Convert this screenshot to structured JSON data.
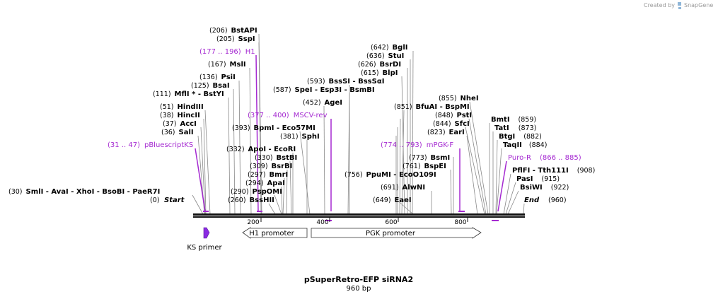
{
  "credit": {
    "created_by": "Created by",
    "brand": "SnapGene"
  },
  "plasmid": {
    "name": "pSuperRetro-EFP siRNA2",
    "size": "960 bp"
  },
  "ruler_ticks": [
    "200",
    "400",
    "600",
    "800"
  ],
  "boundaries": {
    "start": {
      "pos": "(0)",
      "label": "Start"
    },
    "end": {
      "label": "End",
      "pos": "(960)"
    }
  },
  "sites": [
    {
      "pos": "(206)",
      "label": "BstAPI"
    },
    {
      "pos": "(205)",
      "label": "SspI"
    },
    {
      "pos": "(167)",
      "label": "MslI"
    },
    {
      "pos": "(136)",
      "label": "PsiI"
    },
    {
      "pos": "(125)",
      "label": "BsaI"
    },
    {
      "pos": "(111)",
      "label": "MflI * - BstYI"
    },
    {
      "pos": "(51)",
      "label": "HindIII"
    },
    {
      "pos": "(38)",
      "label": "HincII"
    },
    {
      "pos": "(37)",
      "label": "AccI"
    },
    {
      "pos": "(36)",
      "label": "SalI"
    },
    {
      "pos": "(30)",
      "label": "SmlI   - AvaI   - XhoI   - BsoBI   - PaeR7I"
    },
    {
      "pos": "(393)",
      "label": "BpmI   - Eco57MI"
    },
    {
      "pos": "(381)",
      "label": "SphI"
    },
    {
      "pos": "(332)",
      "label": "ApoI   - EcoRI"
    },
    {
      "pos": "(330)",
      "label": "BstBI"
    },
    {
      "pos": "(309)",
      "label": "BsrBI"
    },
    {
      "pos": "(297)",
      "label": "BmrI"
    },
    {
      "pos": "(294)",
      "label": "ApaI"
    },
    {
      "pos": "(290)",
      "label": "PspOMI"
    },
    {
      "pos": "(260)",
      "label": "BssHII"
    },
    {
      "pos": "(452)",
      "label": "AgeI"
    },
    {
      "pos": "(593)",
      "label": "BssSI   - BssSαI"
    },
    {
      "pos": "(587)",
      "label": "SpeI   - Esp3I   - BsmBI"
    },
    {
      "pos": "(642)",
      "label": "BglI"
    },
    {
      "pos": "(636)",
      "label": "StuI"
    },
    {
      "pos": "(626)",
      "label": "BsrDI"
    },
    {
      "pos": "(615)",
      "label": "BlpI"
    },
    {
      "pos": "(851)",
      "label": "BfuAI   - BspMI"
    },
    {
      "pos": "(773)",
      "label": "BsmI"
    },
    {
      "pos": "(761)",
      "label": "BspEI"
    },
    {
      "pos": "(756)",
      "label": "PpuMI   - EcoO109I"
    },
    {
      "pos": "(691)",
      "label": "AlwNI"
    },
    {
      "pos": "(649)",
      "label": "EaeI"
    },
    {
      "pos": "(855)",
      "label": "NheI"
    },
    {
      "pos": "(848)",
      "label": "PstI"
    },
    {
      "pos": "(844)",
      "label": "SfcI"
    },
    {
      "pos": "(823)",
      "label": "EarI"
    },
    {
      "label": "BmtI",
      "pos": "(859)"
    },
    {
      "label": "TatI",
      "pos": "(873)"
    },
    {
      "label": "BtgI",
      "pos": "(882)"
    },
    {
      "label": "TaqII",
      "pos": "(884)"
    },
    {
      "label": "PflFI   - Tth111I",
      "pos": "(908)"
    },
    {
      "label": "PasI",
      "pos": "(915)"
    },
    {
      "label": "BsiWI",
      "pos": "(922)"
    }
  ],
  "primer_sites": [
    {
      "range": "(177 .. 196)",
      "label": "H1"
    },
    {
      "range": "(377 .. 400)",
      "label": "MSCV-rev"
    },
    {
      "range": "(31 .. 47)",
      "label": "pBluescriptKS"
    },
    {
      "range": "(774 .. 793)",
      "label": "mPGK-F"
    },
    {
      "label": "Puro-R",
      "range": "(866 .. 885)"
    }
  ],
  "features": [
    {
      "label": "H1 promoter"
    },
    {
      "label": "PGK promoter"
    },
    {
      "label": "KS primer"
    }
  ],
  "colors": {
    "primer": "#a52ad1",
    "feature_fill": "#ffffff",
    "primer_arrow": "#8a2be2"
  }
}
